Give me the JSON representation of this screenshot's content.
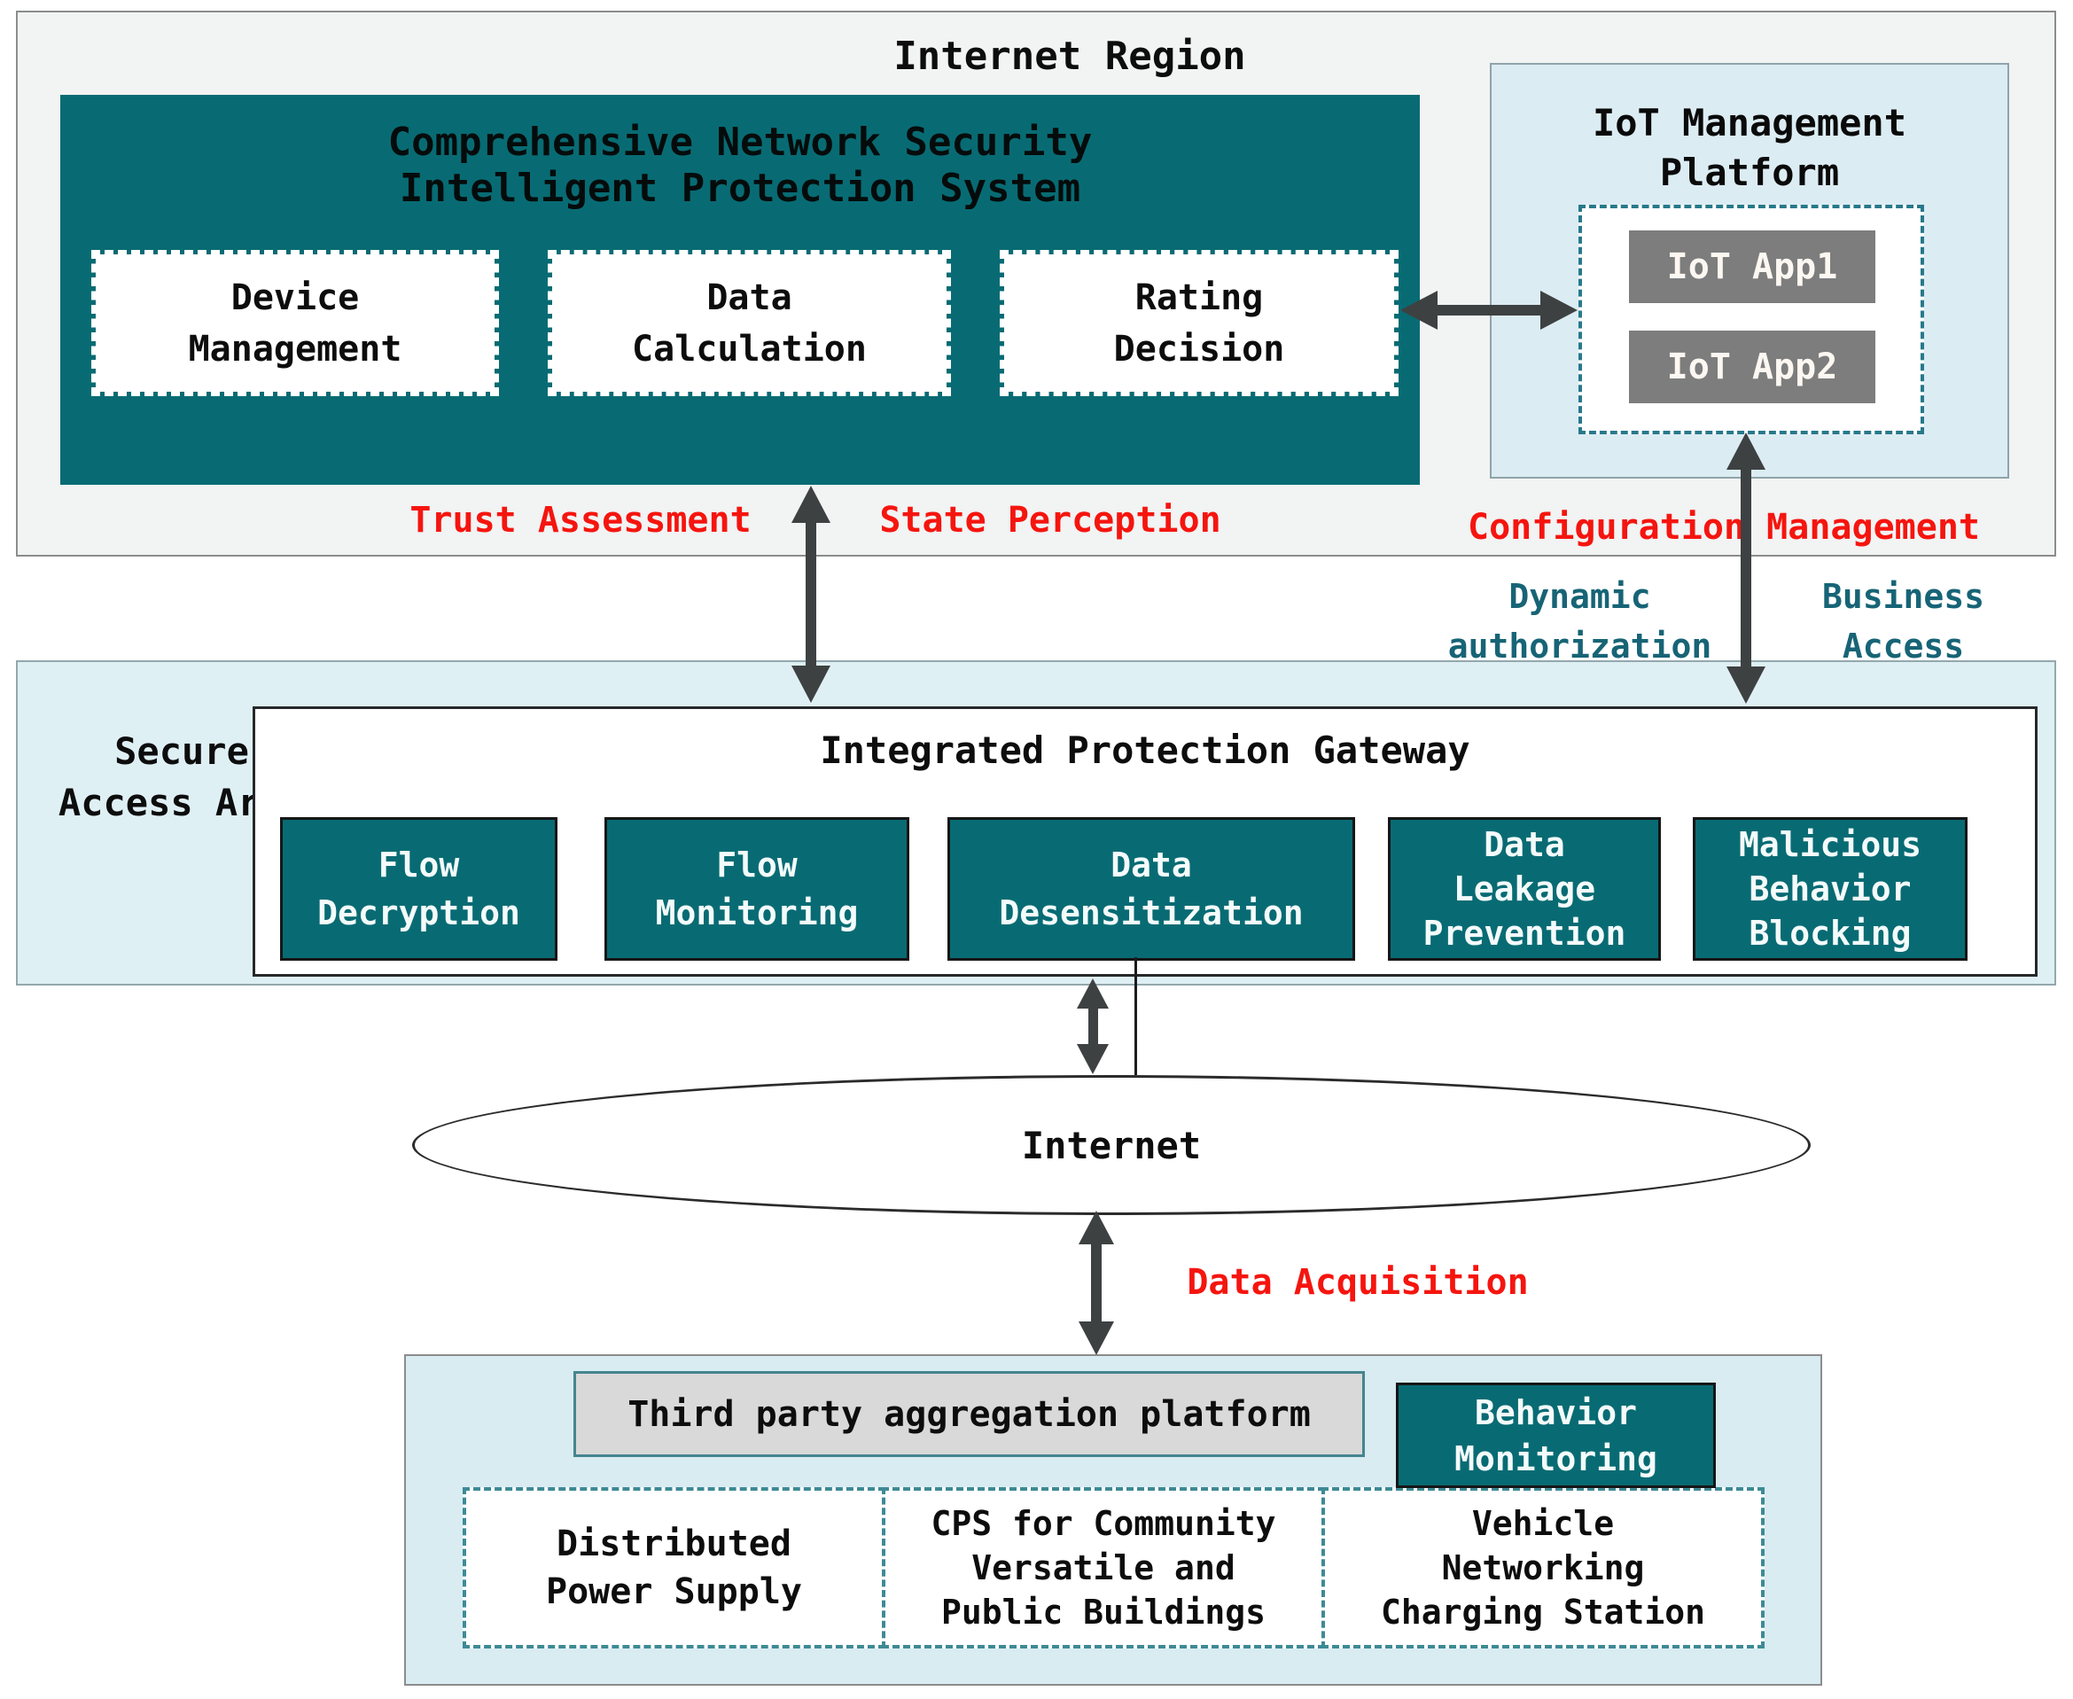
{
  "internet_region": {
    "title": "Internet Region",
    "protection_system": {
      "title_line1": "Comprehensive Network Security",
      "title_line2": "Intelligent Protection System",
      "modules": [
        {
          "lines": [
            "Device",
            "Management"
          ]
        },
        {
          "lines": [
            "Data",
            "Calculation"
          ]
        },
        {
          "lines": [
            "Rating",
            "Decision"
          ]
        }
      ]
    },
    "iot_platform": {
      "title_line1": "IoT Management",
      "title_line2": "Platform",
      "apps": [
        {
          "label": "IoT App1"
        },
        {
          "label": "IoT App2"
        }
      ]
    }
  },
  "flow_labels": {
    "trust_assessment": "Trust Assessment",
    "state_perception": "State Perception",
    "configuration_management": "Configuration Management",
    "dynamic_authorization_line1": "Dynamic",
    "dynamic_authorization_line2": "authorization",
    "business_access_line1": "Business",
    "business_access_line2": "Access",
    "data_acquisition": "Data Acquisition"
  },
  "secure_access_area": {
    "label_line1": "Secure",
    "label_line2": "Access Area",
    "gateway": {
      "title": "Integrated Protection Gateway",
      "modules": [
        {
          "lines": [
            "Flow",
            "Decryption"
          ]
        },
        {
          "lines": [
            "Flow",
            "Monitoring"
          ]
        },
        {
          "lines": [
            "Data",
            "Desensitization"
          ]
        },
        {
          "lines": [
            "Data",
            "Leakage",
            "Prevention"
          ]
        },
        {
          "lines": [
            "Malicious",
            "Behavior",
            "Blocking"
          ]
        }
      ]
    }
  },
  "internet_cloud": {
    "label": "Internet"
  },
  "terminal_region": {
    "third_party_platform": "Third party aggregation platform",
    "behavior_monitoring_line1": "Behavior",
    "behavior_monitoring_line2": "Monitoring",
    "terminals": [
      {
        "lines": [
          "Distributed",
          "Power Supply"
        ]
      },
      {
        "lines": [
          "CPS for Community",
          "Versatile and",
          "Public Buildings"
        ]
      },
      {
        "lines": [
          "Vehicle",
          "Networking",
          "Charging Station"
        ]
      }
    ]
  },
  "colors": {
    "teal_box": "#086b73",
    "region_gray": "#f2f3f3",
    "platform_light_blue": "#dcecf3",
    "secure_area_light_blue": "#dff0f5",
    "terminal_light_blue": "#d8ecf2",
    "label_red": "#f5150f",
    "label_teal": "#176476",
    "iot_app_gray": "#7d7d7d",
    "aggregation_platform_gray": "#d9d9d9",
    "arrow_gray": "#3e4142"
  }
}
